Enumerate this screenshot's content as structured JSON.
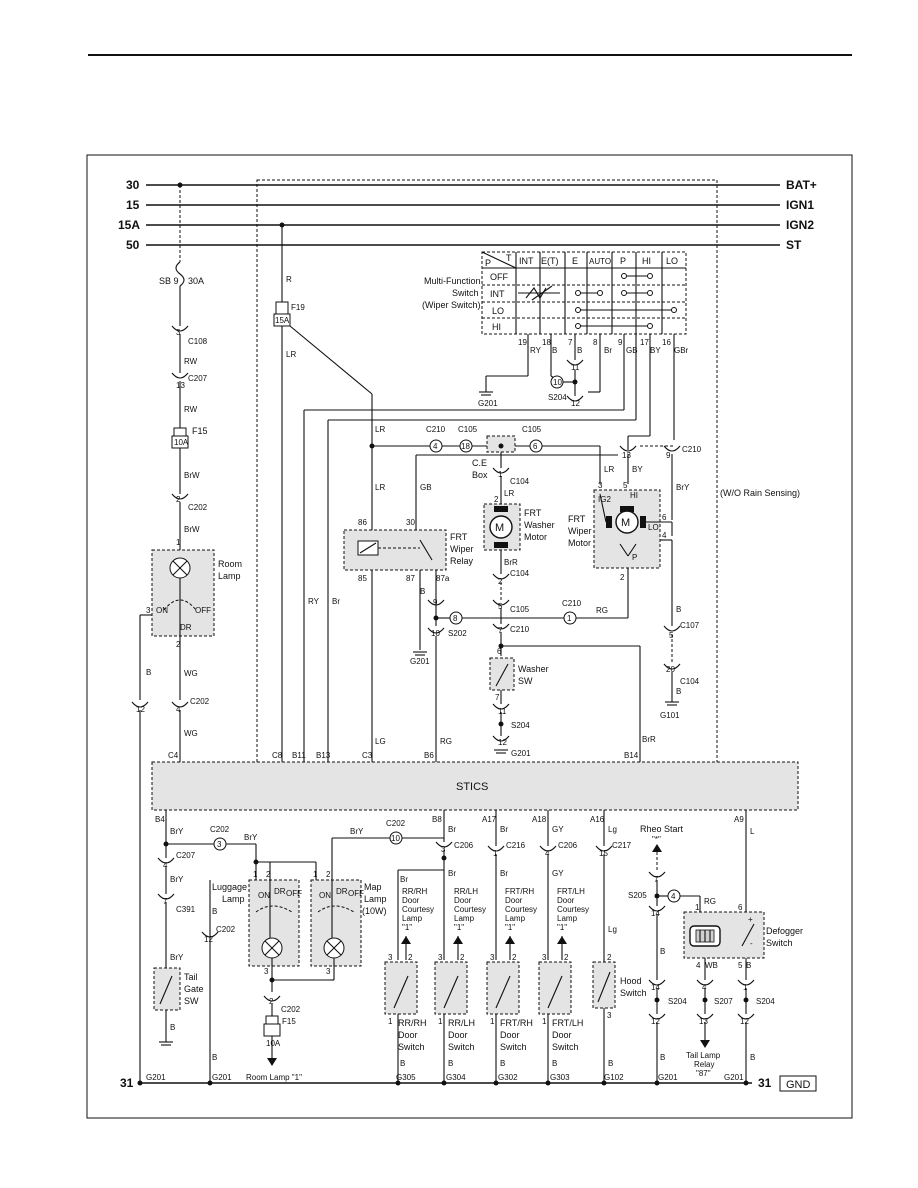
{
  "buses": {
    "b30": {
      "left": "30",
      "right": "BAT+"
    },
    "b15": {
      "left": "15",
      "right": "IGN1"
    },
    "b15a": {
      "left": "15A",
      "right": "IGN2"
    },
    "b50": {
      "left": "50",
      "right": "ST"
    },
    "b31": {
      "left": "31",
      "right": "31",
      "gnd": "GND"
    }
  },
  "stics": "STICS",
  "wiper_switch": {
    "title1": "Multi-Function",
    "title2": "Switch",
    "title3": "(Wiper Switch)",
    "hdr_p": "P",
    "hdr_t": "T",
    "cols": [
      "INT",
      "E(T)",
      "E",
      "AUTO",
      "P",
      "HI",
      "LO"
    ],
    "rows": [
      "OFF",
      "INT",
      "LO",
      "HI"
    ],
    "pins": [
      "19",
      "18",
      "7",
      "8",
      "9",
      "17",
      "16"
    ],
    "wires": [
      "RY",
      "B",
      "B",
      "Br",
      "GB",
      "BY",
      "GBr"
    ]
  },
  "components": {
    "room_lamp": [
      "Room",
      "Lamp"
    ],
    "room_lamp_sw": [
      "ON",
      "DR",
      "OFF"
    ],
    "frt_wiper_relay": [
      "FRT",
      "Wiper",
      "Relay"
    ],
    "ce_box": [
      "C.E",
      "Box"
    ],
    "washer_motor": [
      "FRT",
      "Washer",
      "Motor"
    ],
    "wiper_motor": [
      "FRT",
      "Wiper",
      "Motor"
    ],
    "wiper_motor_pins": [
      "IG2",
      "HI",
      "LO",
      "P"
    ],
    "washer_sw": [
      "Washer",
      "SW"
    ],
    "w_o_rain": "(W/O Rain Sensing)",
    "luggage_lamp": [
      "Luggage",
      "Lamp"
    ],
    "map_lamp": [
      "Map",
      "Lamp",
      "(10W)"
    ],
    "tailgate_sw": [
      "Tail",
      "Gate",
      "SW"
    ],
    "rr_rh_door": [
      "RR/RH",
      "Door",
      "Switch"
    ],
    "rr_lh_door": [
      "RR/LH",
      "Door",
      "Switch"
    ],
    "frt_rh_door": [
      "FRT/RH",
      "Door",
      "Switch"
    ],
    "frt_lh_door": [
      "FRT/LH",
      "Door",
      "Switch"
    ],
    "rr_rh_courtesy": [
      "RR/RH",
      "Door",
      "Courtesy",
      "Lamp",
      "\"1\""
    ],
    "rr_lh_courtesy": [
      "RR/LH",
      "Door",
      "Courtesy",
      "Lamp",
      "\"1\""
    ],
    "frt_rh_courtesy": [
      "FRT/RH",
      "Door",
      "Courtesy",
      "Lamp",
      "\"1\""
    ],
    "frt_lh_courtesy": [
      "FRT/LH",
      "Door",
      "Courtesy",
      "Lamp",
      "\"1\""
    ],
    "hood_switch": [
      "Hood",
      "Switch"
    ],
    "defogger_switch": [
      "Defogger",
      "Switch"
    ],
    "rheo_start": [
      "Rheo Start",
      "\"*\""
    ],
    "tail_lamp_relay": [
      "Tail Lamp",
      "Relay",
      "\"87\""
    ],
    "room_lamp_ref": "Room Lamp \"1\""
  },
  "fuses": {
    "sb9": {
      "name": "SB 9",
      "rating": "30A"
    },
    "f19": {
      "name": "F19",
      "rating": "15A"
    },
    "f15": {
      "name": "F15",
      "rating": "10A"
    },
    "f15b": {
      "name": "F15",
      "rating": "10A"
    }
  },
  "connectors": {
    "c108": "C108",
    "c207": "C207",
    "c202": "C202",
    "c210": "C210",
    "c105": "C105",
    "c104": "C104",
    "c107": "C107",
    "c391": "C391",
    "c206": "C206",
    "c216": "C216",
    "c217": "C217",
    "s202": "S202",
    "s204": "S204",
    "s205": "S205",
    "s207": "S207"
  },
  "grounds": [
    "G201",
    "G101",
    "G305",
    "G304",
    "G302",
    "G303",
    "G102"
  ],
  "stics_pins": [
    "C4",
    "C8",
    "B11",
    "B13",
    "C3",
    "B6",
    "B14",
    "B4",
    "B8",
    "A17",
    "A18",
    "A16",
    "A9"
  ],
  "wire_colors": [
    "R",
    "LR",
    "RW",
    "BrW",
    "B",
    "WG",
    "RY",
    "Br",
    "LG",
    "RG",
    "GB",
    "BY",
    "BrY",
    "BrR",
    "L",
    "Lg",
    "GY",
    "WB"
  ]
}
